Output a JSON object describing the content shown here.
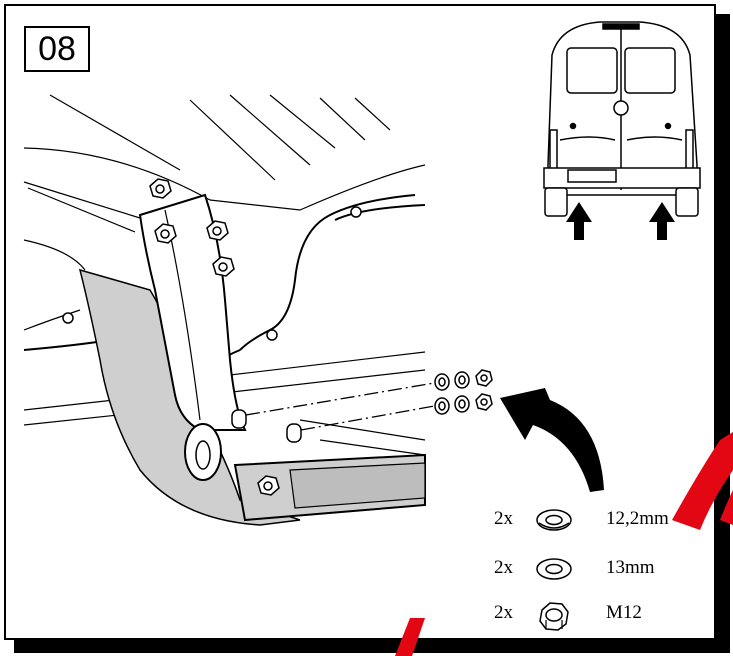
{
  "step": {
    "number": "08"
  },
  "legend": [
    {
      "qty": "2x",
      "icon": "spring-washer-icon",
      "size": "12,2mm"
    },
    {
      "qty": "2x",
      "icon": "flat-washer-icon",
      "size": "13mm"
    },
    {
      "qty": "2x",
      "icon": "hex-nut-icon",
      "size": "M12"
    }
  ],
  "watermark": {
    "text": "BRINK RO",
    "color": "#e30613"
  },
  "colors": {
    "line": "#000000",
    "part_fill": "#cfcfcf",
    "part_fill_light": "#e6e6e6"
  }
}
